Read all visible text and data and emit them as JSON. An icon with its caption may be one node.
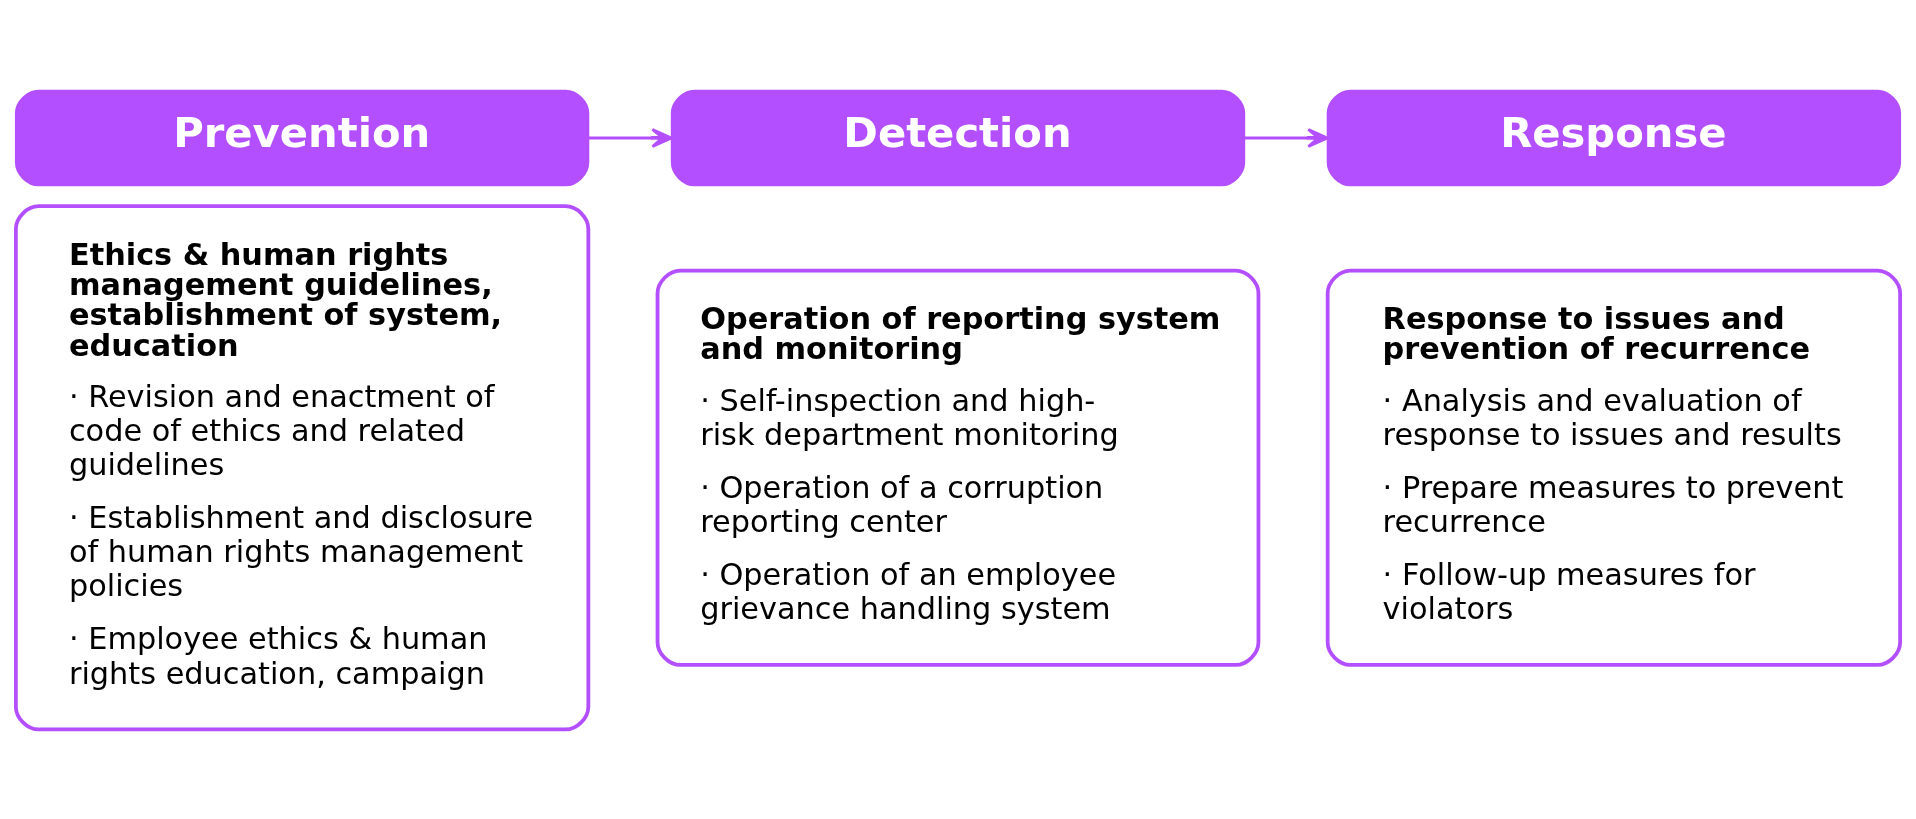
{
  "diagram": {
    "nodes": [
      {
        "text": [
          "Prevention"
        ]
      },
      {
        "text": [
          "Ethics & human rights management guidelines, establishment of system, education",
          "· Revision and enactment of code of ethics and related guidelines",
          "· Establishment and disclosure of human rights management policies",
          "· Employee ethics & human rights education, campaign"
        ]
      },
      {
        "text": [
          "Detection"
        ]
      },
      {
        "text": [
          "Operation of reporting system and monitoring",
          "· Self-inspection and high-risk department monitoring",
          "· Operation of a corruption reporting center",
          "· Operation of an employee grievance handling system"
        ]
      },
      {
        "text": [
          "Response"
        ]
      },
      {
        "text": [
          "Response to issues and prevention of recurrence",
          "· Analysis and evaluation of response to issues and results",
          "· Prepare measures to prevent recurrence",
          "· Follow-up measures for violators"
        ]
      }
    ],
    "edges": [
      {
        "from": 0,
        "to": 2,
        "arrow": "to"
      },
      {
        "from": 2,
        "to": 4,
        "arrow": "to"
      }
    ]
  }
}
